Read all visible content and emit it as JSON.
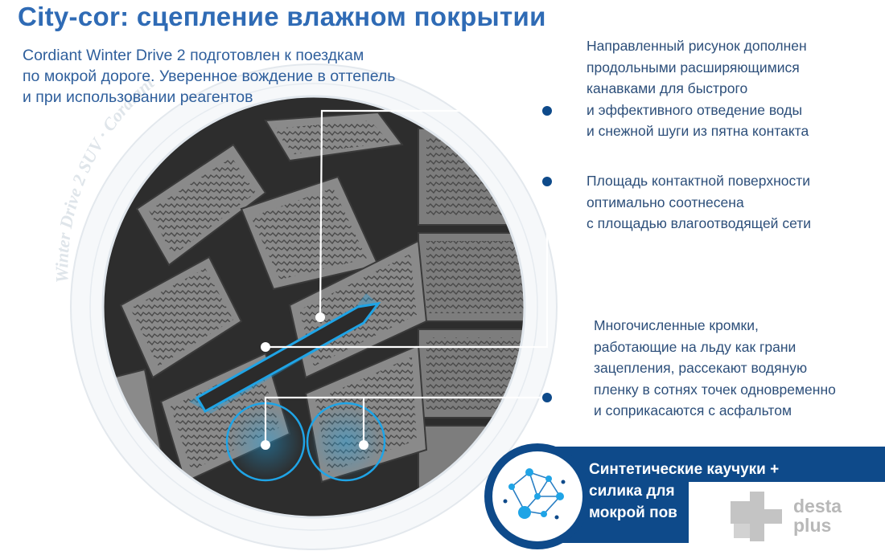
{
  "header": {
    "title": "City-cor: сцепление влажном покрытии",
    "subtitle_lines": [
      "Cordiant Winter Drive 2 подготовлен к поездкам",
      "по мокрой дороге. Уверенное вождение в оттепель",
      "и при использовании реагентов"
    ]
  },
  "callouts": {
    "grooves": [
      "Направленный рисунок дополнен",
      "продольными расширяющимися",
      "канавками для быстрого",
      "и эффективного отведение воды",
      "и снежной шуги из пятна контакта"
    ],
    "contact_area": [
      "Площадь контактной поверхности",
      "оптимально соотнесена",
      "с площадью влагоотводящей сети"
    ],
    "edges": [
      "Многочисленные кромки,",
      "работающие на льду как грани",
      "зацепления, рассекают водяную",
      "пленку  в сотнях точек одновременно",
      "и соприкасаются с асфальтом"
    ]
  },
  "banner": {
    "lines": [
      "Синтетические каучуки  +",
      "силика для",
      "мокрой пов"
    ]
  },
  "sidewall_lettering": [
    "Winter Drive 2 SUV",
    "Cordiant"
  ],
  "watermark": {
    "line1": "desta",
    "line2": "plus"
  },
  "colors": {
    "title_blue": "#2f6bb5",
    "text_blue": "#2d4f7a",
    "banner_navy": "#0e4a8a",
    "glow_blue": "#1fa4e6",
    "tread_gray": "#8a8a8a"
  },
  "icons": [
    "molecule-icon",
    "desta-plus-logo-icon"
  ]
}
